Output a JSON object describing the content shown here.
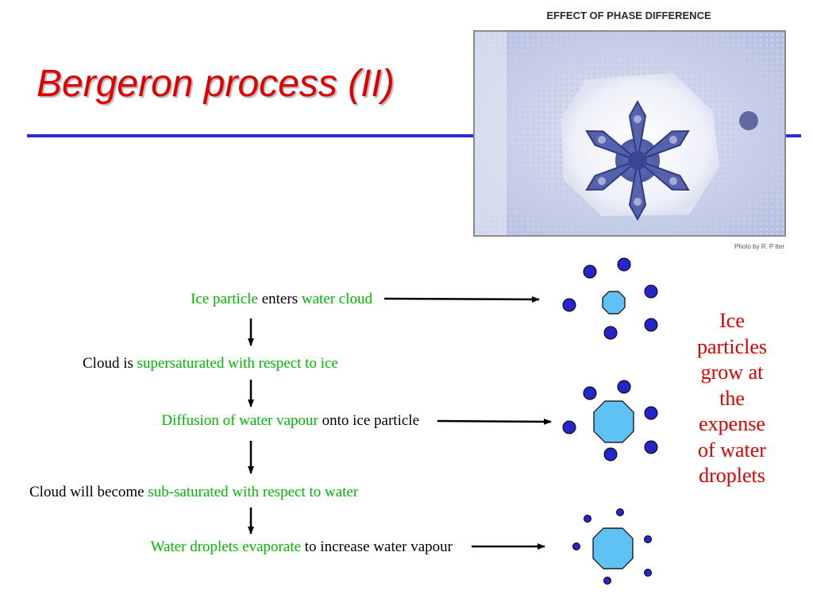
{
  "slide": {
    "title": "Bergeron process (II)",
    "colors": {
      "title": "#e00000",
      "rule": "#2b2bd6",
      "highlight": "#00b800",
      "droplet": "#2525c8",
      "ice": "#5ec2f5"
    }
  },
  "photo": {
    "caption": "EFFECT OF PHASE DIFFERENCE",
    "credit": "Photo by R. P tter"
  },
  "steps": [
    {
      "parts": [
        {
          "text": "Ice particle",
          "green": true
        },
        {
          "text": " enters ",
          "green": false
        },
        {
          "text": "water cloud",
          "green": true
        }
      ]
    },
    {
      "parts": [
        {
          "text": "Cloud is ",
          "green": false
        },
        {
          "text": "supersaturated with respect to ice",
          "green": true
        }
      ]
    },
    {
      "parts": [
        {
          "text": "Diffusion of water vapour",
          "green": true
        },
        {
          "text": " onto ice particle",
          "green": false
        }
      ]
    },
    {
      "parts": [
        {
          "text": "Cloud will become ",
          "green": false
        },
        {
          "text": "sub-saturated with respect to water",
          "green": true
        }
      ]
    },
    {
      "parts": [
        {
          "text": "Water droplets evaporate",
          "green": true
        },
        {
          "text": " to increase water vapour",
          "green": false
        }
      ]
    }
  ],
  "note": {
    "lines": [
      "Ice",
      "particles",
      "grow at",
      "the",
      "expense",
      "of water",
      "droplets"
    ]
  }
}
